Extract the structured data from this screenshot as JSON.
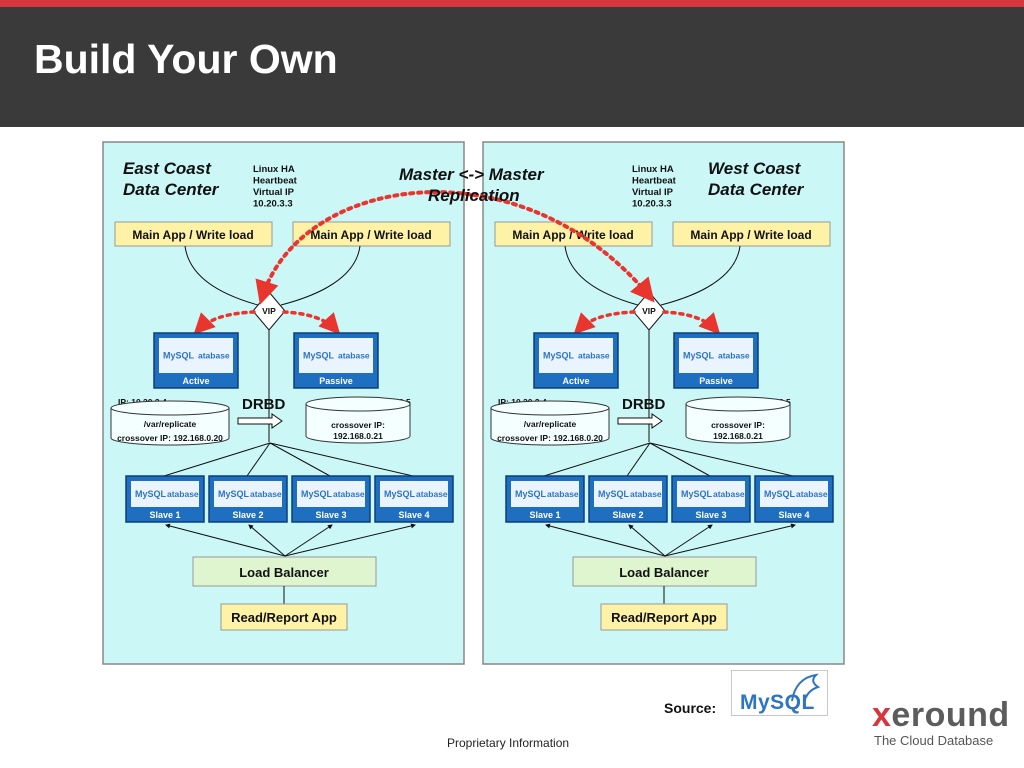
{
  "slide": {
    "title": "Build Your Own",
    "source_label": "Source:",
    "source_logo_text": "MySQL",
    "footer": "Proprietary Information",
    "brand_name_prefix": "x",
    "brand_name_rest": "eround",
    "brand_tagline": "The Cloud Database"
  },
  "diagram": {
    "replication_line1": "Master <-> Master",
    "replication_line2": "Replication",
    "panels": [
      {
        "title_line1": "East Coast",
        "title_line2": "Data Center",
        "ha_lines": [
          "Linux HA",
          "Heartbeat",
          "Virtual IP",
          "10.20.3.3"
        ],
        "app_labels": [
          "Main App / Write load",
          "Main App / Write load"
        ],
        "vip": "VIP",
        "active_label": "Active",
        "passive_label": "Passive",
        "db_brand": "MySQL",
        "db_suffix": "atabase",
        "drbd": "DRBD",
        "ip_active": "IP: 10.20.3.4",
        "ip_passive": "IP: 10.20.3.5",
        "store_left_line1": "/var/replicate",
        "store_left_line2": "crossover IP: 192.168.0.20",
        "store_right_line1": "crossover IP:",
        "store_right_line2": "192.168.0.21",
        "slaves": [
          "Slave 1",
          "Slave 2",
          "Slave 3",
          "Slave 4"
        ],
        "load_balancer": "Load Balancer",
        "read_app": "Read/Report App"
      },
      {
        "title_line1": "West Coast",
        "title_line2": "Data Center",
        "ha_lines": [
          "Linux HA",
          "Heartbeat",
          "Virtual IP",
          "10.20.3.3"
        ],
        "app_labels": [
          "Main App / Write load",
          "Main App / Write load"
        ],
        "vip": "VIP",
        "active_label": "Active",
        "passive_label": "Passive",
        "db_brand": "MySQL",
        "db_suffix": "atabase",
        "drbd": "DRBD",
        "ip_active": "IP: 10.20.3.4",
        "ip_passive": "IP: 10.20.3.5",
        "store_left_line1": "/var/replicate",
        "store_left_line2": "crossover IP: 192.168.0.20",
        "store_right_line1": "crossover IP:",
        "store_right_line2": "192.168.0.21",
        "slaves": [
          "Slave 1",
          "Slave 2",
          "Slave 3",
          "Slave 4"
        ],
        "load_balancer": "Load Balancer",
        "read_app": "Read/Report App"
      }
    ]
  },
  "colors": {
    "header_bg": "#3a3a3a",
    "accent_red": "#d6373f",
    "panel_bg": "#ccf7f7",
    "app_box": "#fdf2a6",
    "lb_box": "#dff5cf",
    "db_blue": "#1f6fc1"
  }
}
